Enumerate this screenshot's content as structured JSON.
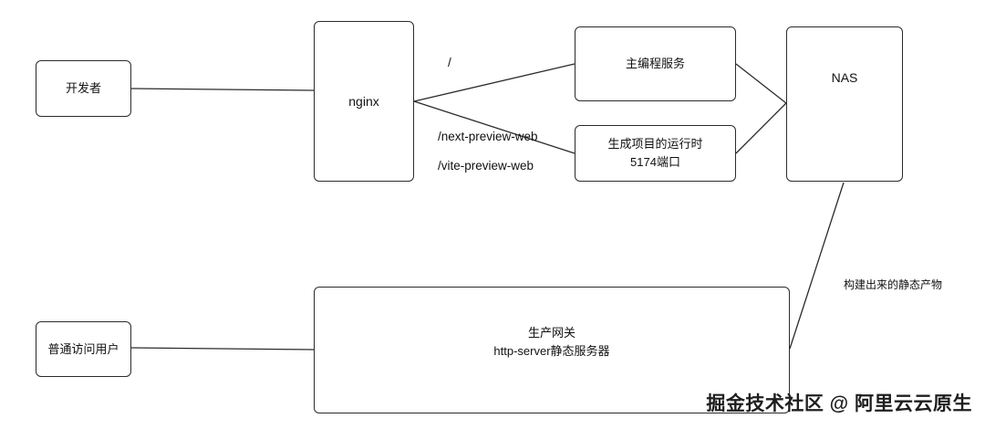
{
  "nodes": {
    "developer": "开发者",
    "nginx": "nginx",
    "main_service": "主编程服务",
    "runtime_line1": "生成项目的运行时",
    "runtime_line2": "5174端口",
    "nas": "NAS",
    "visitor": "普通访问用户",
    "gateway_line1": "生产网关",
    "gateway_line2": "http-server静态服务器"
  },
  "edge_labels": {
    "root_path": "/",
    "next_path": "/next-preview-web",
    "vite_path": "/vite-preview-web",
    "static_artifacts": "构建出来的静态产物"
  },
  "watermark": "掘金技术社区 @ 阿里云云原生"
}
